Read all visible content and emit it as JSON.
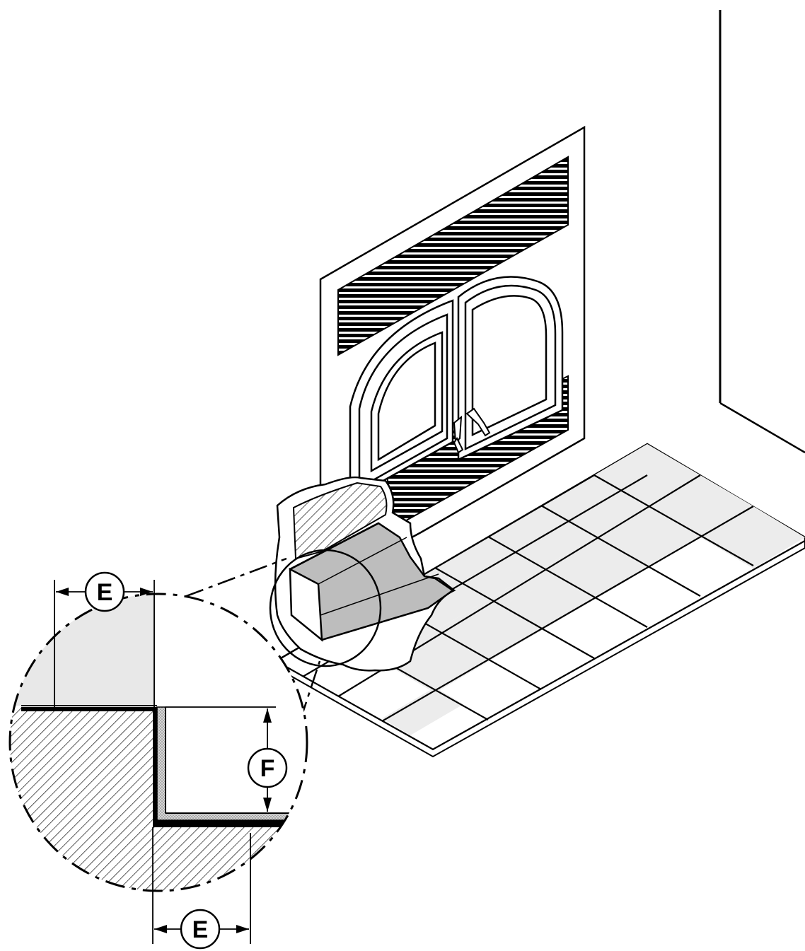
{
  "callouts": {
    "e_top": "E",
    "f_right": "F",
    "e_bottom": "E"
  },
  "colors": {
    "line": "#000000",
    "panel_shade": "#bdbdbd",
    "tile_shade": "#ececec",
    "cut_shade": "#e8e8e8",
    "insulation": "#cfcfcf",
    "background": "#ffffff"
  }
}
